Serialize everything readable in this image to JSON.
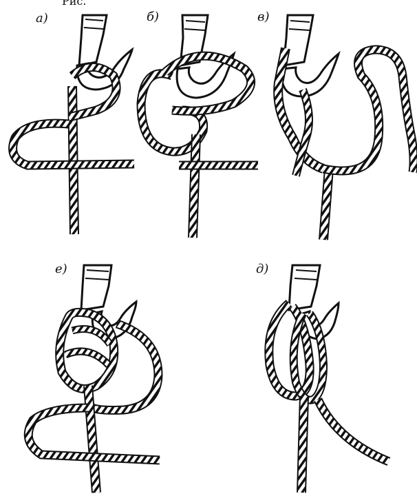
{
  "figure": {
    "top_fragment": "Рис.",
    "panel_labels": {
      "a": "a)",
      "b": "б)",
      "v": "в)",
      "g": "е)",
      "d": "д)"
    },
    "colors": {
      "ink": "#111111",
      "hook": "#ffffff",
      "background": "#ffffff"
    },
    "panels": [
      "a",
      "b",
      "v",
      "g",
      "d"
    ]
  }
}
